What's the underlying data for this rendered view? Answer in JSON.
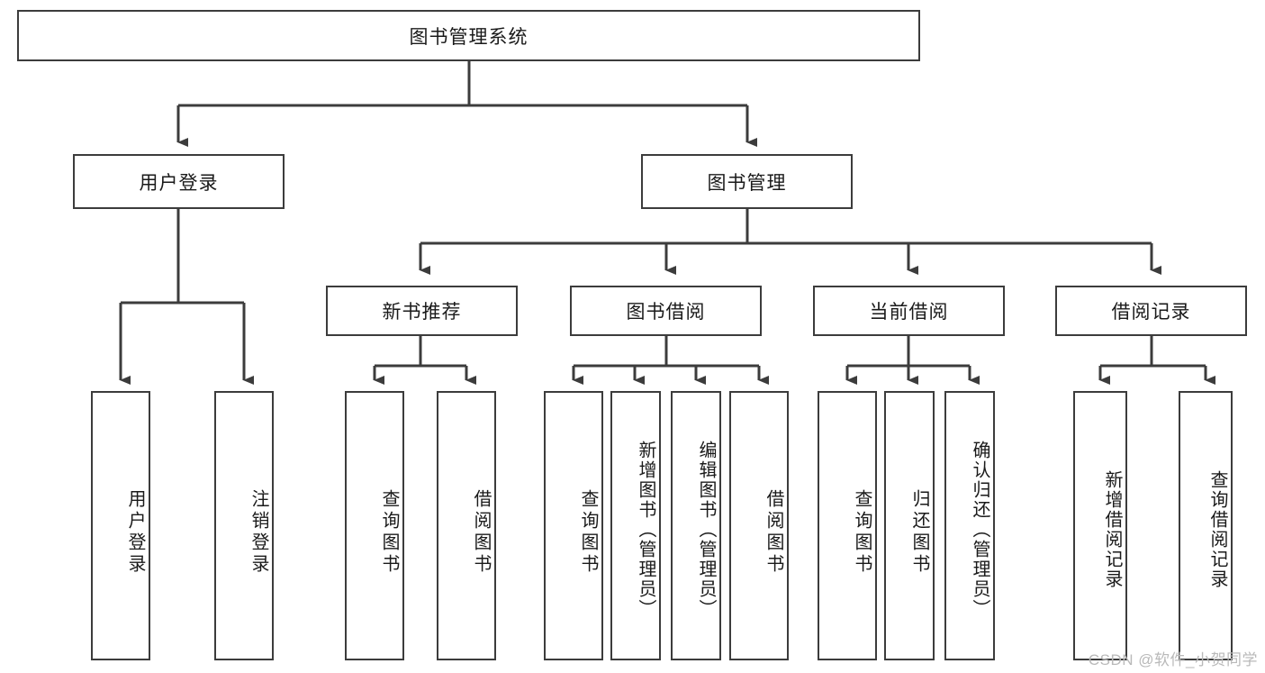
{
  "diagram": {
    "type": "tree",
    "title_node": {
      "label": "图书管理系统"
    },
    "level2": [
      {
        "label": "用户登录"
      },
      {
        "label": "图书管理"
      }
    ],
    "level3": [
      {
        "label": "新书推荐"
      },
      {
        "label": "图书借阅"
      },
      {
        "label": "当前借阅"
      },
      {
        "label": "借阅记录"
      }
    ],
    "leaves": {
      "user_login": [
        {
          "label": "用户登录"
        },
        {
          "label": "注销登录"
        }
      ],
      "new_book_recommend": [
        {
          "label": "查询图书"
        },
        {
          "label": "借阅图书"
        }
      ],
      "book_borrow": [
        {
          "label": "查询图书"
        },
        {
          "label": "新增图书（管理员）"
        },
        {
          "label": "编辑图书（管理员）"
        },
        {
          "label": "借阅图书"
        }
      ],
      "current_borrow": [
        {
          "label": "查询图书"
        },
        {
          "label": "归还图书"
        },
        {
          "label": "确认归还（管理员）"
        }
      ],
      "borrow_record": [
        {
          "label": "新增借阅记录"
        },
        {
          "label": "查询借阅记录"
        }
      ]
    }
  },
  "watermark": {
    "text": "CSDN @软件_小贺同学"
  },
  "colors": {
    "stroke": "#3c3c3c",
    "text": "#1a1a1a",
    "background": "#ffffff",
    "watermark": "#b9b9b9"
  }
}
